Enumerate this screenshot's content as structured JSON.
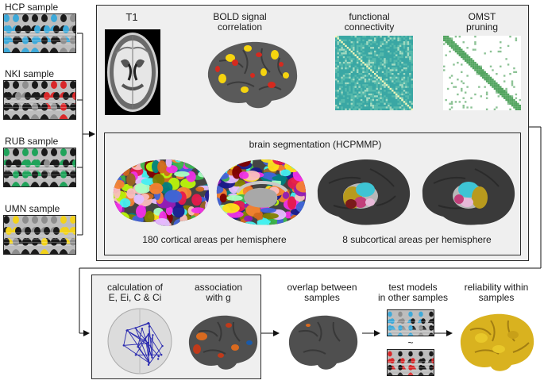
{
  "samples": [
    {
      "label": "HCP sample",
      "color": "#3da9d9"
    },
    {
      "label": "NKI sample",
      "color": "#d9282a"
    },
    {
      "label": "RUB sample",
      "color": "#1fa35a"
    },
    {
      "label": "UMN sample",
      "color": "#f2d21b"
    }
  ],
  "top_panel": {
    "t1": "T1",
    "bold_line1": "BOLD signal",
    "bold_line2": "correlation",
    "fc_line1": "functional",
    "fc_line2": "connectivity",
    "omst_line1": "OMST",
    "omst_line2": "pruning"
  },
  "segmentation": {
    "title": "brain segmentation (HCPMMP)",
    "cortical": "180 cortical areas per hemisphere",
    "subcortical": "8 subcortical areas per hemisphere"
  },
  "bottom": {
    "calc_line1": "calculation of",
    "calc_line2": "E, Ei, C & Ci",
    "assoc_line1": "association",
    "assoc_line2": "with g",
    "overlap_line1": "overlap between",
    "overlap_line2": "samples",
    "test_line1": "test models",
    "test_line2": "in other samples",
    "test_sep": "~",
    "rel_line1": "reliability within",
    "rel_line2": "samples"
  },
  "colors": {
    "panel_bg": "#efefef",
    "brain_gray": "#555555",
    "heat_yellow": "#f5d40f",
    "heat_red": "#d42a1f",
    "matrix_teal": "#3aa7a4",
    "omst_green": "#3f9a4e"
  }
}
